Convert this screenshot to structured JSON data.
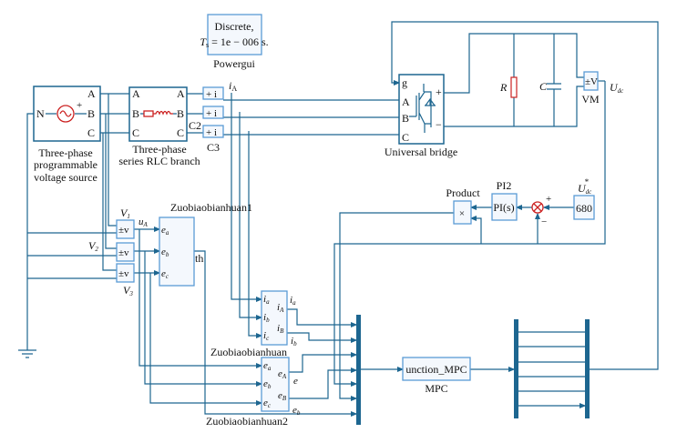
{
  "powergui": {
    "line1": "Discrete,",
    "ts_symbol": "T",
    "ts_sub": "s",
    "ts_value": " = 1e − 006 s.",
    "label": "Powergui"
  },
  "source": {
    "port_n": "N",
    "port_a": "A",
    "port_b": "B",
    "port_c": "C",
    "plus": "+",
    "label": [
      "Three-phase",
      "programmable",
      "voltage source"
    ]
  },
  "rlc": {
    "in_a": "A",
    "in_b": "B",
    "in_c": "C",
    "out_a": "A",
    "out_b": "B",
    "out_c": "C",
    "label": [
      "Three-phase",
      "series RLC branch"
    ]
  },
  "current_meas": {
    "sign": "+ i",
    "label_c2": "C2",
    "label_c3": "C3",
    "signal": "i",
    "signal_sub": "A"
  },
  "bridge": {
    "port_g": "g",
    "port_a": "A",
    "port_b": "B",
    "port_c": "C",
    "plus": "+",
    "minus": "−",
    "label": "Universal bridge"
  },
  "dc_link": {
    "r_label": "R",
    "c_label": "C",
    "vm_sign": "±V",
    "vm_label": "VM",
    "udc": "U",
    "udc_sub": "dc"
  },
  "control": {
    "const_value": "680",
    "const_label": "U",
    "const_sub": "dc",
    "const_sup": "*",
    "sum_plus": "+",
    "sum_minus": "−",
    "pi_text": "PI(s)",
    "pi_label": "PI2",
    "product_text": "×",
    "product_label": "Product"
  },
  "voltage_meas": {
    "sign": "±v",
    "v1": "V",
    "v1_sub": "1",
    "v2": "V",
    "v2_sub": "2",
    "v3": "V",
    "v3_sub": "3",
    "ua": "u",
    "ua_sub": "A"
  },
  "zb1": {
    "label": "Zuobiaobianhuan1",
    "in": [
      "e",
      "e",
      "e"
    ],
    "in_sub": [
      "a",
      "b",
      "c"
    ],
    "out": "th"
  },
  "zb": {
    "label": "Zuobiaobianhuan",
    "in": [
      "i",
      "i",
      "i"
    ],
    "in_sub": [
      "a",
      "b",
      "c"
    ],
    "out": [
      "i",
      "i"
    ],
    "out_sub": [
      "A",
      "B"
    ],
    "sig": [
      "i",
      "i"
    ],
    "sig_sub": [
      "a",
      "b"
    ]
  },
  "zb2": {
    "label": "Zuobiaobianhuan2",
    "in": [
      "e",
      "e",
      "e"
    ],
    "in_sub": [
      "a",
      "b",
      "c"
    ],
    "out": [
      "e",
      "e"
    ],
    "out_sub": [
      "A",
      "B"
    ],
    "sig_e": "e",
    "sig_eb": "e",
    "sig_eb_sub": "b"
  },
  "mpc": {
    "text": "unction_MPC",
    "label": "MPC"
  },
  "colors": {
    "wire": "#1d6690",
    "block_border": "#5a9bd5",
    "block_fill": "#f4f8fd",
    "element_red": "#cc2222"
  }
}
